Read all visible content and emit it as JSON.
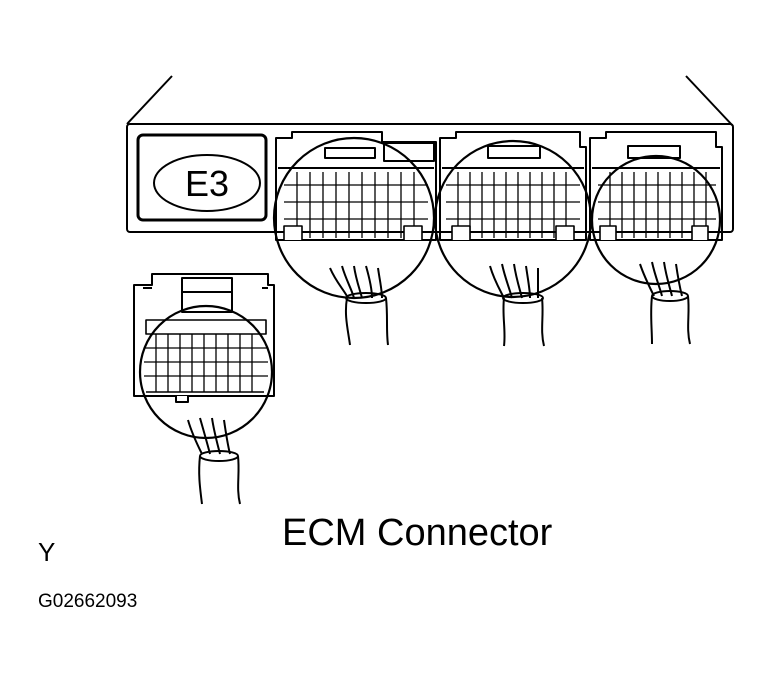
{
  "diagram": {
    "ecm_code_label": "E3",
    "title": "ECM Connector",
    "view_code": "Y",
    "figure_id": "G02662093"
  },
  "colors": {
    "line": "#000000",
    "background": "#ffffff"
  }
}
